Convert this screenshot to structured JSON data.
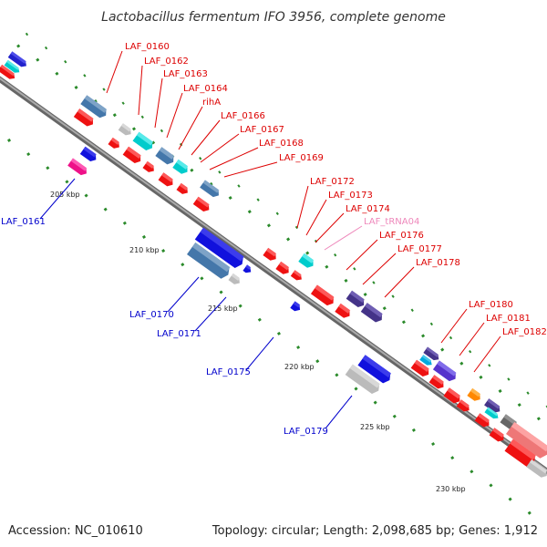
{
  "header": {
    "title": "Lactobacillus fermentum IFO 3956, complete genome"
  },
  "footer": {
    "accession": "Accession: NC_010610",
    "summary": "Topology: circular; Length: 2,098,685 bp; Genes: 1,912"
  },
  "colors": {
    "forward_cds": "#ee1111",
    "reverse_cds": "#1111dd",
    "forward_label": "#dd0000",
    "reverse_label": "#0000cc",
    "trna_label": "#ee88bb",
    "backbone": "#888888",
    "tick_mark": "#228822"
  },
  "scale_ticks": [
    {
      "label": "205 kbp"
    },
    {
      "label": "210 kbp"
    },
    {
      "label": "215 kbp"
    },
    {
      "label": "220 kbp"
    },
    {
      "label": "225 kbp"
    },
    {
      "label": "230 kbp"
    }
  ],
  "forward_labels": [
    {
      "text": "LAF_0160"
    },
    {
      "text": "LAF_0162"
    },
    {
      "text": "LAF_0163"
    },
    {
      "text": "LAF_0164"
    },
    {
      "text": "rihA"
    },
    {
      "text": "LAF_0166"
    },
    {
      "text": "LAF_0167"
    },
    {
      "text": "LAF_0168"
    },
    {
      "text": "LAF_0169"
    },
    {
      "text": "LAF_0172"
    },
    {
      "text": "LAF_0173"
    },
    {
      "text": "LAF_0174"
    },
    {
      "text": "LAF_tRNA04",
      "kind": "trna"
    },
    {
      "text": "LAF_0176"
    },
    {
      "text": "LAF_0177"
    },
    {
      "text": "LAF_0178"
    },
    {
      "text": "LAF_0180"
    },
    {
      "text": "LAF_0181"
    },
    {
      "text": "LAF_0182"
    }
  ],
  "reverse_labels": [
    {
      "text": "LAF_0161"
    },
    {
      "text": "LAF_0170"
    },
    {
      "text": "LAF_0171"
    },
    {
      "text": "LAF_0175"
    },
    {
      "text": "LAF_0179"
    }
  ]
}
